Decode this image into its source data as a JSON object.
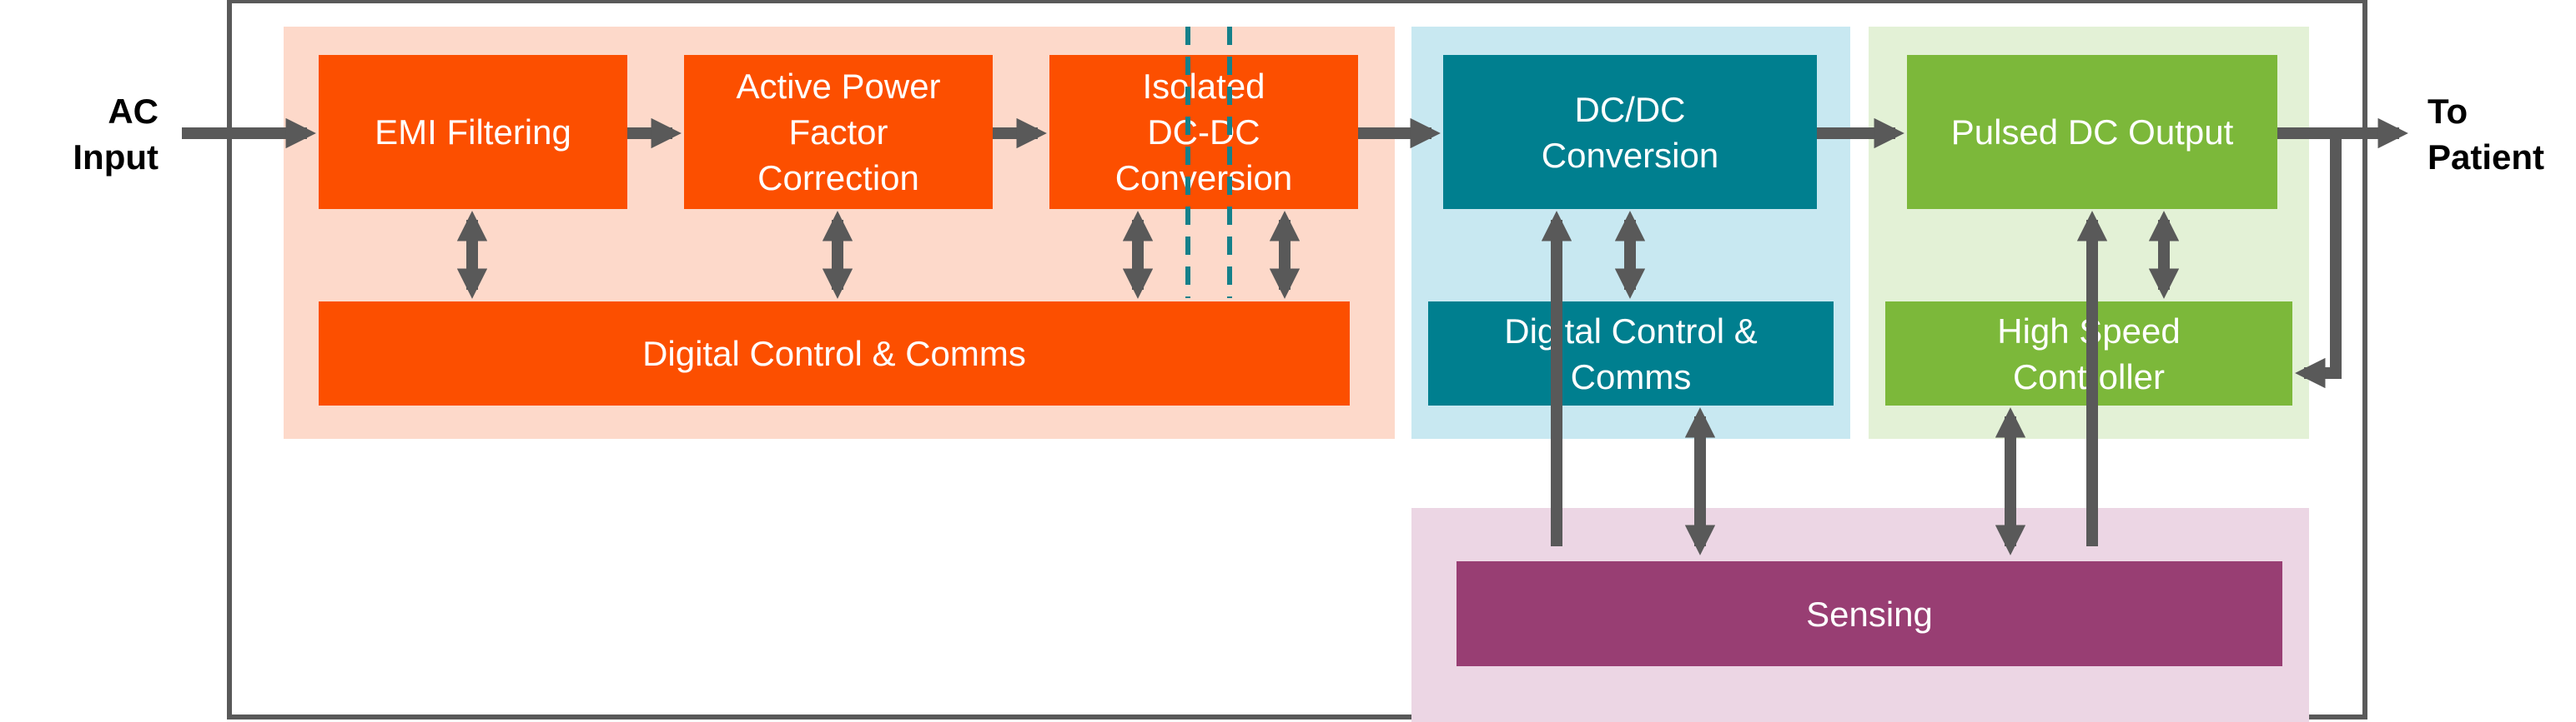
{
  "colors": {
    "frame": "#595959",
    "arrow": "#595959",
    "orange_region": "#fdd9ca",
    "orange_block": "#fc4f00",
    "teal_region": "#c8e8f1",
    "teal_block": "#007f8f",
    "green_region": "#e3f1d6",
    "green_block": "#7cb83a",
    "sensing_region": "#ecd6e4",
    "sensing_block": "#983e73",
    "isolation_line": "#15808a"
  },
  "io": {
    "input_label": "AC\nInput",
    "output_label": "To\nPatient"
  },
  "blocks": {
    "emi": "EMI Filtering",
    "pfc": "Active Power\nFactor\nCorrection",
    "isolated": "Isolated\nDC-DC\nConversion",
    "digital_control_1": "Digital Control & Comms",
    "dcdc": "DC/DC\nConversion",
    "digital_control_2": "Digital Control &\nComms",
    "pulsed_output": "Pulsed DC Output",
    "high_speed_controller": "High Speed\nController",
    "sensing": "Sensing"
  }
}
